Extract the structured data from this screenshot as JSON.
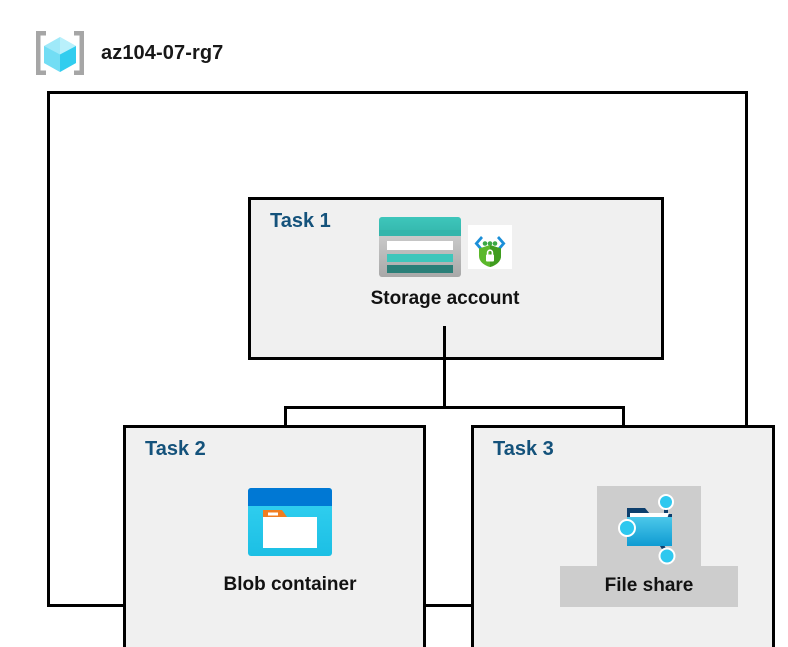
{
  "header": {
    "resource_group_name": "az104-07-rg7",
    "icon": "resource-group-icon"
  },
  "diagram": {
    "container_name": "resource-group-container",
    "tasks": [
      {
        "id": "task-1",
        "label": "Task 1",
        "node": {
          "caption": "Storage account",
          "icons": [
            "storage-account-icon",
            "secure-endpoint-shield-icon"
          ]
        }
      },
      {
        "id": "task-2",
        "label": "Task 2",
        "node": {
          "caption": "Blob container",
          "icons": [
            "blob-container-icon"
          ]
        }
      },
      {
        "id": "task-3",
        "label": "Task 3",
        "node": {
          "caption": "File share",
          "icons": [
            "file-share-icon"
          ],
          "highlighted": true
        }
      }
    ],
    "connections": [
      {
        "from": "Storage account",
        "to": "Blob container"
      },
      {
        "from": "Storage account",
        "to": "File share"
      }
    ]
  },
  "colors": {
    "task_label": "#14527b",
    "caption_text": "#121212",
    "box_fill": "#f0f0f0",
    "box_border": "#000000",
    "container_fill": "#ffffff",
    "highlight_fill": "#cdcdcd",
    "storage_teal": "#37bfb3",
    "storage_teal_dark": "#2a7f78",
    "blob_blue": "#0078d4",
    "blob_cyan": "#32d0f0",
    "blob_orange": "#f07d20",
    "shield_green": "#4caf27",
    "node_cyan": "#2ec8ef",
    "rg_cube_cyan": "#8fe6f7"
  }
}
